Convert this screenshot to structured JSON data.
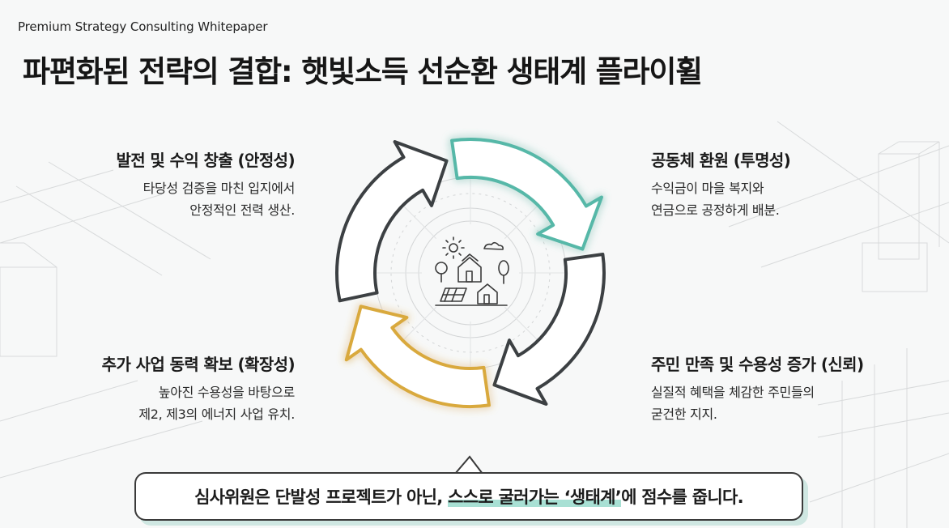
{
  "header": {
    "eyebrow": "Premium Strategy Consulting Whitepaper",
    "title": "파편화된 전략의 결합: 햇빛소득 선순환 생태계 플라이휠"
  },
  "cycle": {
    "center_icon": "village-solar-icon",
    "colors": {
      "dark": "#3c4043",
      "teal": "#57b8a8",
      "gold": "#d9a93d"
    },
    "stages": {
      "generate": {
        "title": "발전 및 수익 창출 (안정성)",
        "line1": "타당성 검증을 마친 입지에서",
        "line2": "안정적인 전력 생산."
      },
      "return": {
        "title": "공동체 환원 (투명성)",
        "line1": "수익금이 마을 복지와",
        "line2": "연금으로 공정하게 배분."
      },
      "trust": {
        "title": "주민 만족 및 수용성 증가 (신뢰)",
        "line1": "실질적 혜택을 체감한 주민들의",
        "line2": "굳건한 지지."
      },
      "expand": {
        "title": "추가 사업 동력 확보 (확장성)",
        "line1": "높아진 수용성을 바탕으로",
        "line2": "제2, 제3의 에너지 사업 유치."
      }
    }
  },
  "callout": {
    "pre": "심사위원은 단발성 프로젝트가 아닌, ",
    "highlight": "스스로 굴러가는 ‘생태계’",
    "post": "에 점수를 줍니다."
  }
}
